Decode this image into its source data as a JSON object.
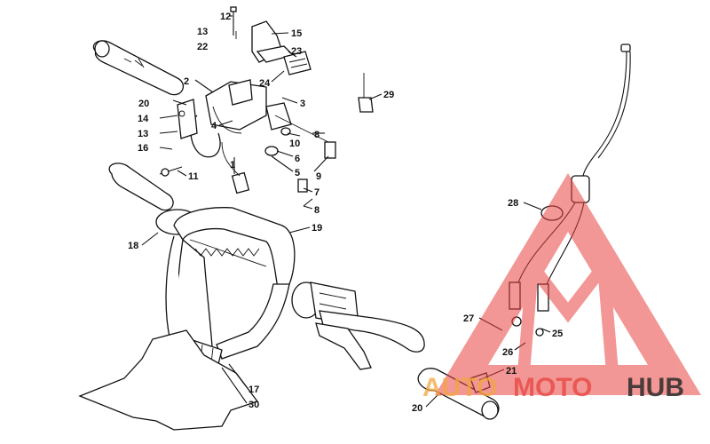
{
  "callouts": [
    {
      "id": "c1",
      "text": "1"
    },
    {
      "id": "c2",
      "text": "2"
    },
    {
      "id": "c3",
      "text": "3"
    },
    {
      "id": "c4",
      "text": "4"
    },
    {
      "id": "c5",
      "text": "5"
    },
    {
      "id": "c6",
      "text": "6"
    },
    {
      "id": "c7",
      "text": "7"
    },
    {
      "id": "c8a",
      "text": "8"
    },
    {
      "id": "c8b",
      "text": "8"
    },
    {
      "id": "c9",
      "text": "9"
    },
    {
      "id": "c10",
      "text": "10"
    },
    {
      "id": "c11",
      "text": "11"
    },
    {
      "id": "c12",
      "text": "12"
    },
    {
      "id": "c13a",
      "text": "13"
    },
    {
      "id": "c13b",
      "text": "13"
    },
    {
      "id": "c14",
      "text": "14"
    },
    {
      "id": "c15",
      "text": "15"
    },
    {
      "id": "c16",
      "text": "16"
    },
    {
      "id": "c17",
      "text": "17"
    },
    {
      "id": "c18",
      "text": "18"
    },
    {
      "id": "c19",
      "text": "19"
    },
    {
      "id": "c20a",
      "text": "20"
    },
    {
      "id": "c20b",
      "text": "20"
    },
    {
      "id": "c21",
      "text": "21"
    },
    {
      "id": "c22",
      "text": "22"
    },
    {
      "id": "c23",
      "text": "23"
    },
    {
      "id": "c24",
      "text": "24"
    },
    {
      "id": "c25",
      "text": "25"
    },
    {
      "id": "c26",
      "text": "26"
    },
    {
      "id": "c27",
      "text": "27"
    },
    {
      "id": "c28",
      "text": "28"
    },
    {
      "id": "c29",
      "text": "29"
    },
    {
      "id": "c30",
      "text": "30"
    }
  ],
  "watermark": {
    "text_left": "AUTO",
    "text_mid": "MOTO",
    "text_right": "HUB",
    "color_red": "#e8433f",
    "color_orange": "#f2a640",
    "color_dark": "#2b2b2b"
  }
}
